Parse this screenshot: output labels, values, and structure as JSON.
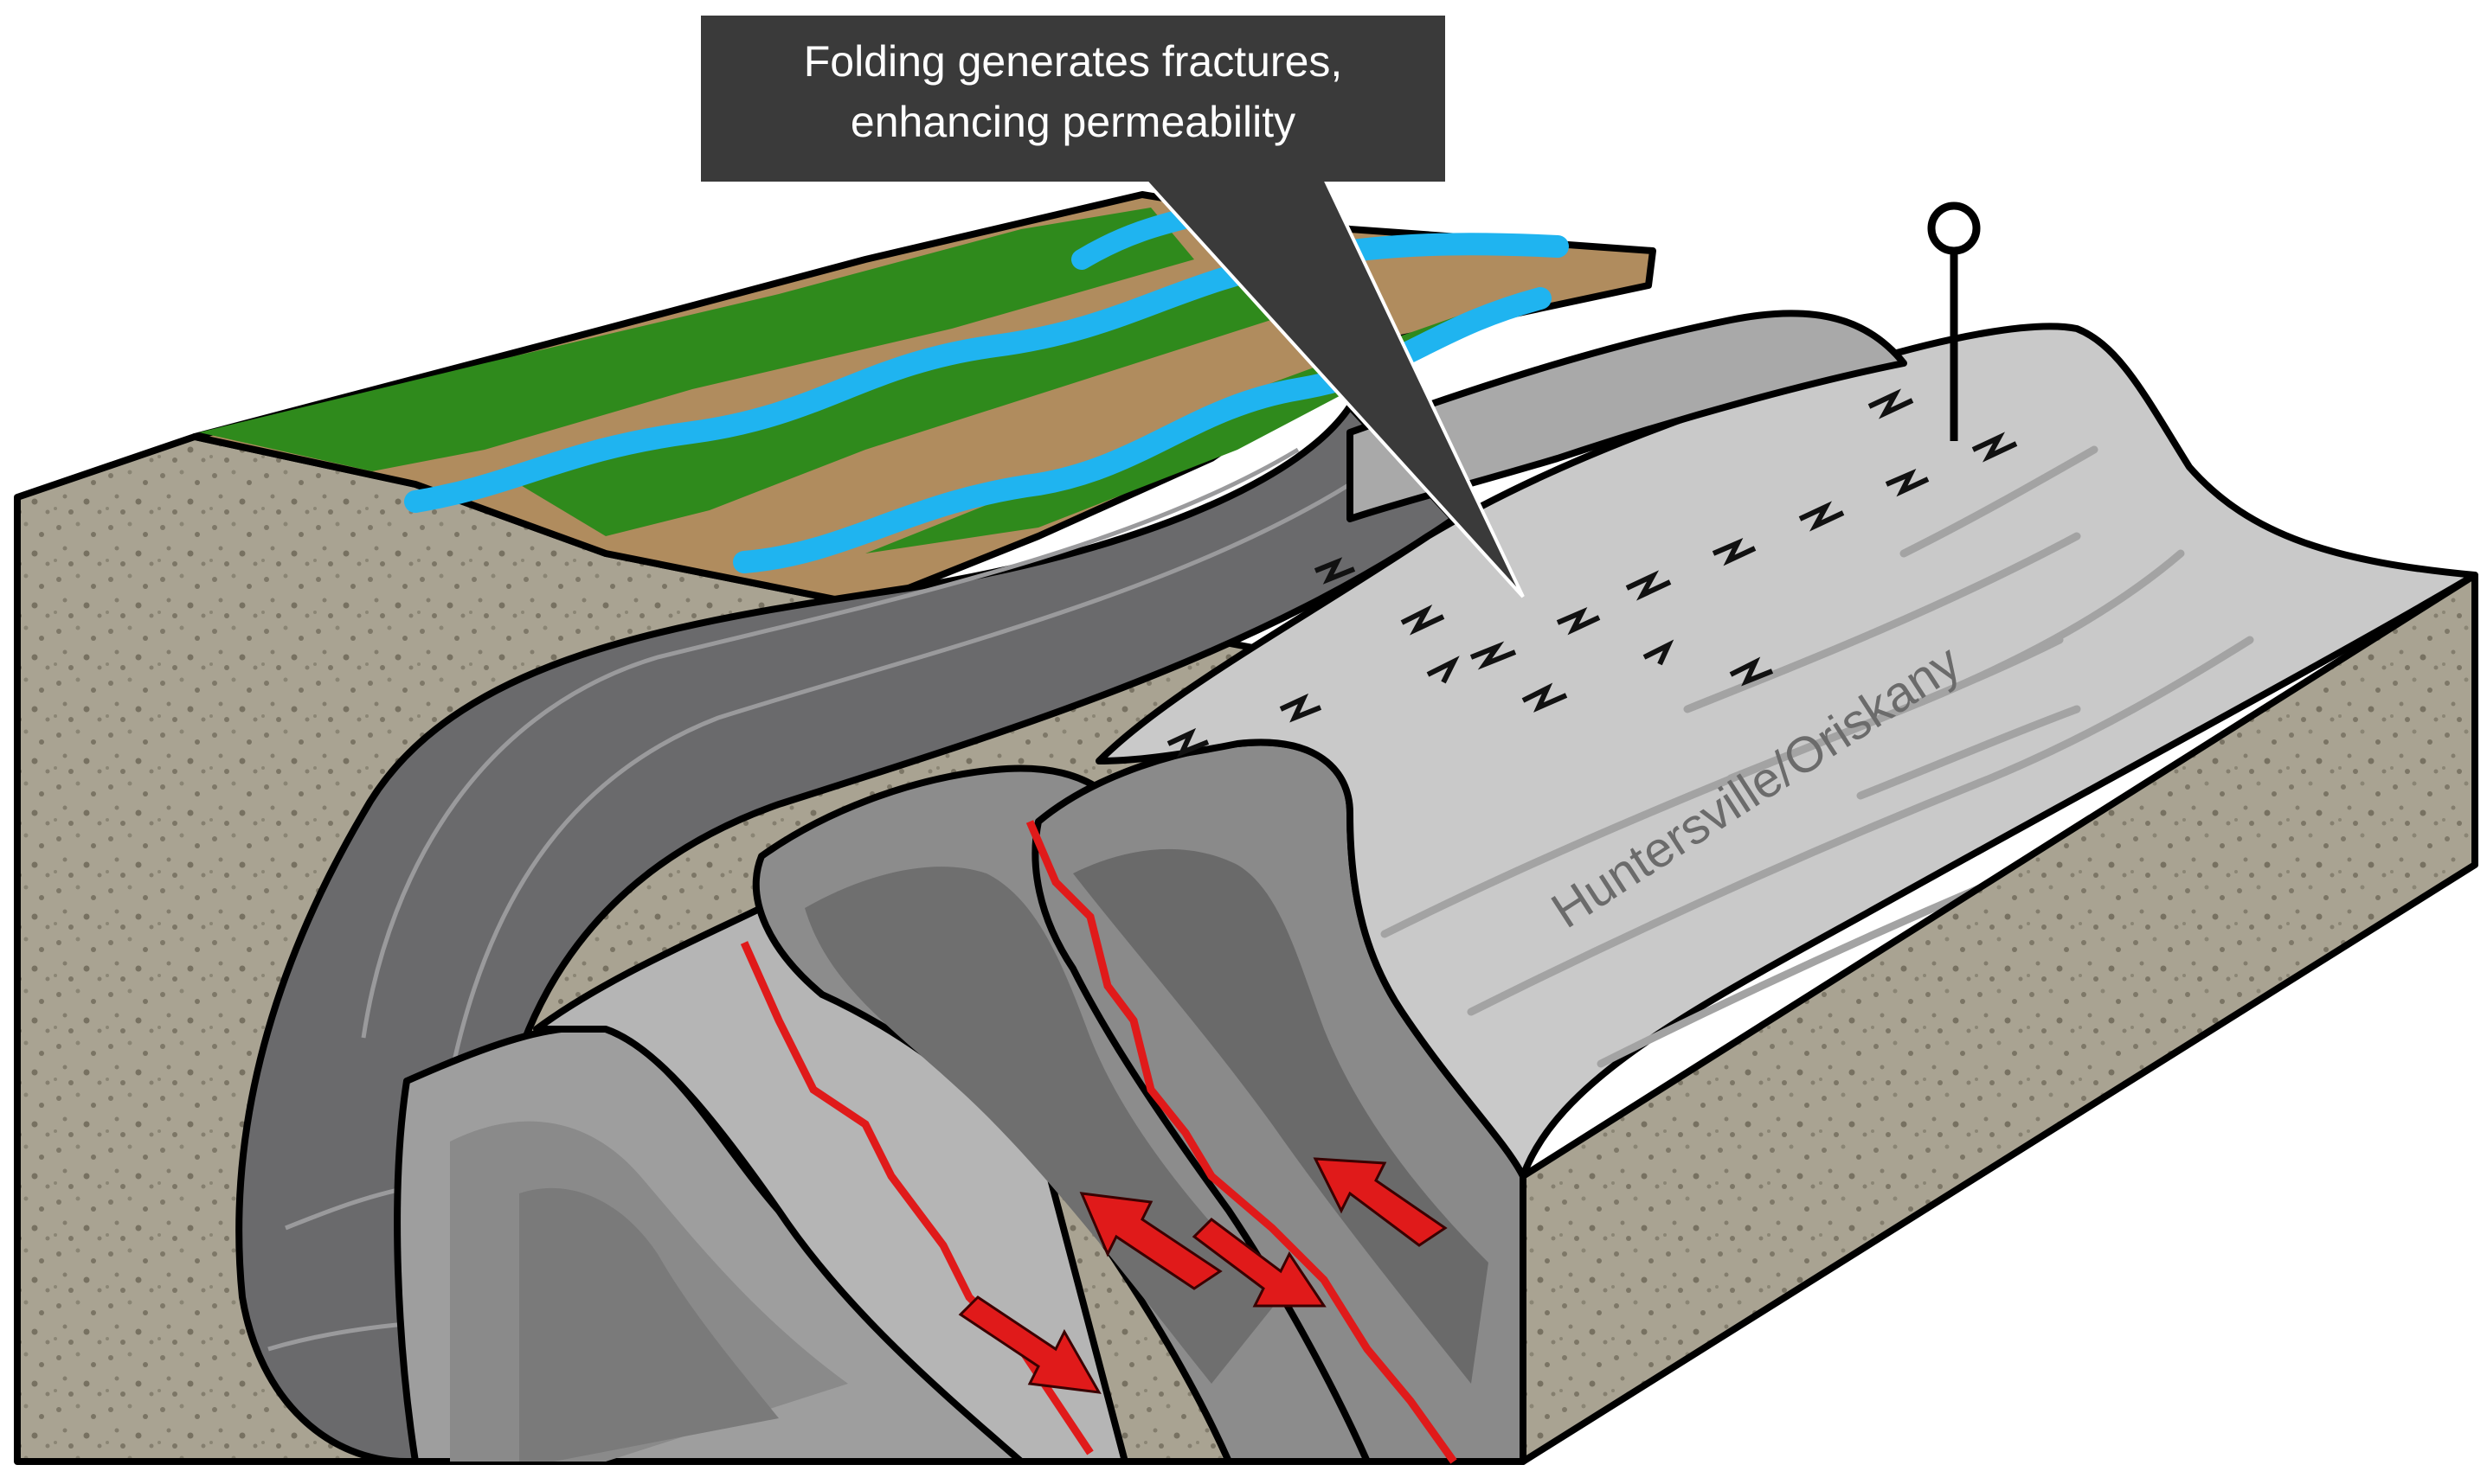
{
  "callout": {
    "line1": "Folding generates fractures,",
    "line2": "enhancing permeability"
  },
  "formation_label": "Huntersville/Oriskany",
  "icons": {
    "well": "well-marker-icon",
    "arrows": "fault-slip-arrow-icon"
  },
  "colors": {
    "sediment": "#a8a291",
    "dark_shale": "#6a6a6c",
    "light_rock": "#c9c9c9",
    "mid_rock": "#a3a3a3",
    "vegetation": "#2f8a1c",
    "river": "#1fb4f0",
    "soil": "#b08c5e",
    "fault": "#e01a1a",
    "callout_bg": "#3a3a3a"
  }
}
